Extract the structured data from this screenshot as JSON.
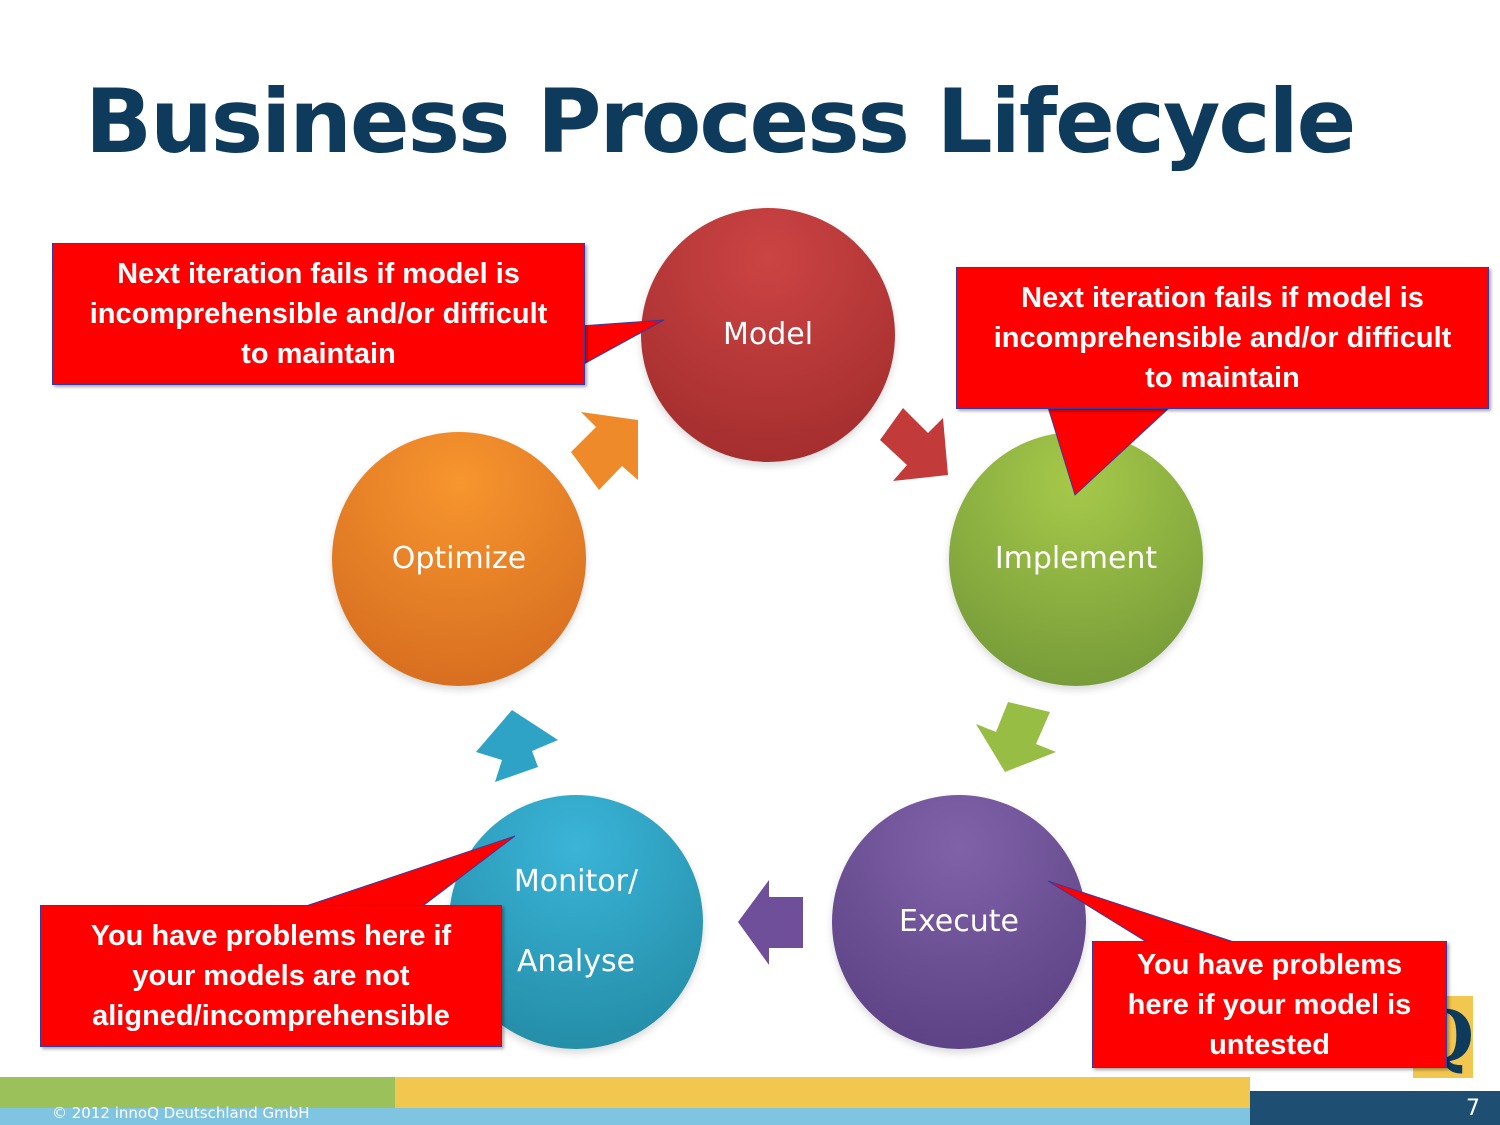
{
  "title": "Business Process Lifecycle",
  "nodes": {
    "model": "Model",
    "implement": "Implement",
    "execute": "Execute",
    "monitor_line1": "Monitor/",
    "monitor_line2": "Analyse",
    "optimize": "Optimize"
  },
  "callouts": {
    "top_left": "Next iteration fails if model is incomprehensible and/or difficult to maintain",
    "top_right": "Next iteration fails if model is incomprehensible and/or difficult to maintain",
    "bottom_left": "You have problems here if your models are not aligned/incomprehensible",
    "bottom_right": "You have problems here if your model is untested"
  },
  "footer": {
    "copyright": "© 2012 innoQ Deutschland GmbH",
    "page_number": "7",
    "logo_letter": "Q"
  },
  "colors": {
    "title": "#0e3b5c",
    "model": "#b83636",
    "implement": "#8db33f",
    "execute": "#6b4c94",
    "monitor": "#2fa0c2",
    "optimize": "#e98326",
    "callout": "#ff0000"
  }
}
